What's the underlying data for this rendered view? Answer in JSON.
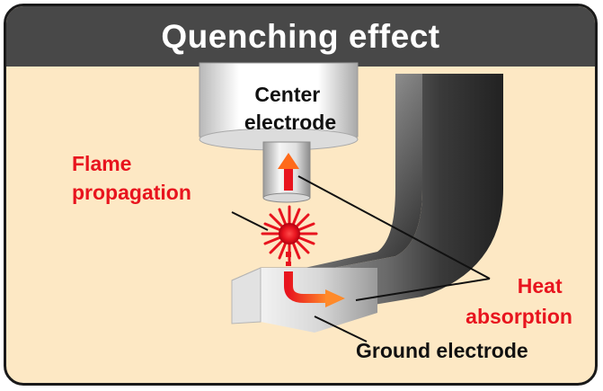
{
  "title": "Quenching effect",
  "labels": {
    "center_electrode": [
      "Center",
      "electrode"
    ],
    "flame_propagation": [
      "Flame",
      "propagation"
    ],
    "heat_absorption": [
      "Heat",
      "absorption"
    ],
    "ground_electrode": "Ground electrode"
  },
  "colors": {
    "background": "#fde8c4",
    "header": "#484848",
    "accent_red": "#e8141e",
    "arrow_orange": "#f26a1b"
  }
}
